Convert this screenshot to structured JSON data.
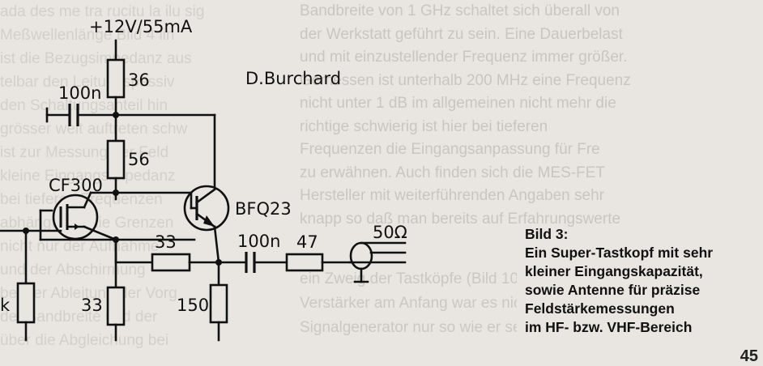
{
  "schematic": {
    "supply_label": "+12V/55mA",
    "author_label": "D.Burchard",
    "r36_label": "36",
    "c100n_top_label": "100n",
    "r56_label": "56",
    "fet_label": "CF300",
    "transistor_label": "BFQ23",
    "r33_series_label": "33",
    "c100n_out_label": "100n",
    "r47_label": "47",
    "coax_label": "50Ω",
    "r33_bottom_label": "33",
    "r150_label": "150",
    "left_res_label": "k"
  },
  "caption": {
    "line1": "Bild 3:",
    "line2": "Ein Super-Tastkopf mit sehr",
    "line3": "kleiner Eingangskapazität,",
    "line4": "sowie Antenne für präzise",
    "line5": "Feldstärkemessungen",
    "line6": "im HF- bzw. VHF-Bereich"
  },
  "page_number": "45"
}
